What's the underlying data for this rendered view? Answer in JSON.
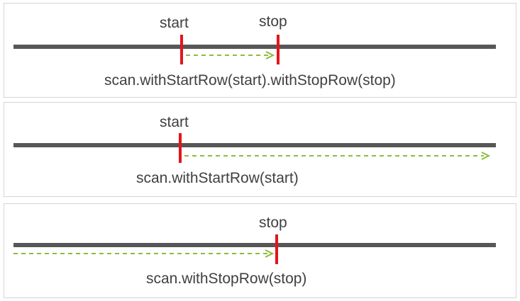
{
  "colors": {
    "axis": "#575757",
    "marker": "#e3151b",
    "arrow": "#8cbd3a",
    "text": "#404040",
    "panel_border": "#d4d4d4"
  },
  "panels": [
    {
      "start_label": "start",
      "stop_label": "stop",
      "caption": "scan.withStartRow(start).withStopRow(stop)"
    },
    {
      "start_label": "start",
      "caption": "scan.withStartRow(start)"
    },
    {
      "stop_label": "stop",
      "caption": "scan.withStopRow(stop)"
    }
  ]
}
